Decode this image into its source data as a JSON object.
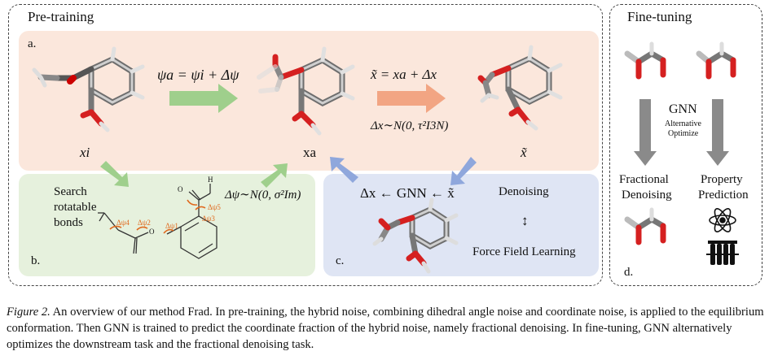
{
  "pretraining": {
    "title": "Pre-training",
    "panel_a_label": "a.",
    "panel_b_label": "b.",
    "panel_c_label": "c.",
    "eq_dihedral": "ψa = ψi + Δψ",
    "eq_coordinate": "x̃ = xa + Δx",
    "eq_dx_dist": "Δx∼N(0, τ²I3N)",
    "eq_dpsi_dist": "Δψ∼N(0, σ²Im)",
    "mol_labels": {
      "xi": "xi",
      "xa": "xa",
      "xtilde": "x̃"
    },
    "search_text_lines": [
      "Search",
      "rotatable",
      "bonds"
    ],
    "torsion_labels": [
      "Δψ4",
      "Δψ2",
      "Δψ1",
      "Δψ5",
      "Δψ3"
    ],
    "atom_O": "O",
    "atom_H": "H",
    "gnn_eq": "Δx ← GNN ← x̃",
    "denoising": "Denoising",
    "updown": "↕",
    "force_field": "Force Field Learning"
  },
  "finetuning": {
    "title": "Fine-tuning",
    "gnn": "GNN",
    "alt_line1": "Alternative",
    "alt_line2": "Optimize",
    "frac_line1": "Fractional",
    "frac_line2": "Denoising",
    "prop_line1": "Property",
    "prop_line2": "Prediction",
    "panel_d_label": "d."
  },
  "caption": {
    "fig_label": "Figure 2.",
    "text": " An overview of our method Frad. In pre-training, the hybrid noise, combining dihedral angle noise and coordinate noise, is applied to the equilibrium conformation. Then GNN is trained to predict the coordinate fraction of the hybrid noise, namely fractional denoising. In fine-tuning, GNN alternatively optimizes the downstream task and the fractional denoising task."
  },
  "colors": {
    "panel_a_bg": "#fbe7dc",
    "panel_b_bg": "#e6f1dd",
    "panel_c_bg": "#dfe5f4",
    "green_arrow": "#9fcf8c",
    "orange_arrow": "#f2a583",
    "blue_arrow": "#8fa7dc",
    "gray_arrow": "#8a8a8a",
    "torsion_orange": "#e06a1f"
  }
}
